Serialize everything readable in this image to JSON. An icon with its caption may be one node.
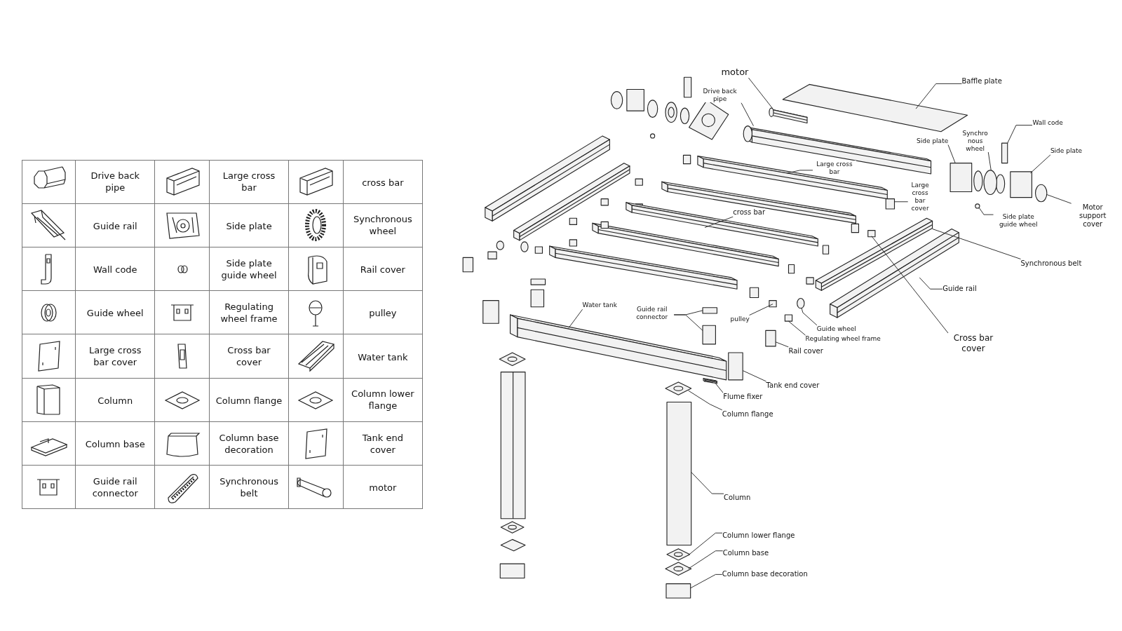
{
  "diagram": {
    "nodes": [
      {
        "text": [
          "motor"
        ]
      },
      {
        "text": [
          "Drive back pipe"
        ]
      },
      {
        "text": [
          "Baffle plate"
        ]
      },
      {
        "text": [
          "Wall code"
        ]
      },
      {
        "text": [
          "Side plate"
        ]
      },
      {
        "text": [
          "Synchro nous wheel"
        ]
      },
      {
        "text": [
          "Side plate"
        ]
      },
      {
        "text": [
          "Large cross bar"
        ]
      },
      {
        "text": [
          "Large cross bar cover"
        ]
      },
      {
        "text": [
          "Motor support cover"
        ]
      },
      {
        "text": [
          "cross bar"
        ]
      },
      {
        "text": [
          "Side plate guide wheel"
        ]
      },
      {
        "text": [
          "Synchronous belt"
        ]
      },
      {
        "text": [
          "Guide rail"
        ]
      },
      {
        "text": [
          "Water tank"
        ]
      },
      {
        "text": [
          "Guide rail connector"
        ]
      },
      {
        "text": [
          "pulley"
        ]
      },
      {
        "text": [
          "Guide wheel"
        ]
      },
      {
        "text": [
          "Cross bar cover"
        ]
      },
      {
        "text": [
          "Regulating wheel frame"
        ]
      },
      {
        "text": [
          "Rail cover"
        ]
      },
      {
        "text": [
          "Tank end cover"
        ]
      },
      {
        "text": [
          "Flume fixer"
        ]
      },
      {
        "text": [
          "Column flange"
        ]
      },
      {
        "text": [
          "Column"
        ]
      },
      {
        "text": [
          "Column lower flange"
        ]
      },
      {
        "text": [
          "Column base"
        ]
      },
      {
        "text": [
          "Column base decoration"
        ]
      },
      {
        "text": [],
        "shape": "cylinder"
      },
      {
        "text": [],
        "shape": "cylinder"
      },
      {
        "text": [],
        "shape": "box"
      },
      {
        "text": [],
        "shape": "box"
      },
      {
        "text": [],
        "shape": "box"
      },
      {
        "text": [],
        "shape": "circle"
      },
      {
        "text": [],
        "shape": "box"
      },
      {
        "text": [],
        "shape": "bar"
      },
      {
        "text": [],
        "shape": "box"
      },
      {
        "text": [],
        "shape": "circle"
      },
      {
        "text": [],
        "shape": "bar"
      },
      {
        "text": [],
        "shape": "circle"
      },
      {
        "text": [],
        "shape": "bar"
      },
      {
        "text": [],
        "shape": "bar"
      },
      {
        "text": [],
        "shape": "bar"
      },
      {
        "text": [],
        "shape": "box"
      },
      {
        "text": [],
        "shape": "box"
      },
      {
        "text": [],
        "shape": "box"
      },
      {
        "text": [],
        "shape": "circle"
      },
      {
        "text": [],
        "shape": "box"
      },
      {
        "text": [],
        "shape": "box"
      },
      {
        "text": [],
        "shape": "box"
      },
      {
        "text": [],
        "shape": "box"
      },
      {
        "text": [],
        "shape": "bar"
      },
      {
        "text": [],
        "shape": "diamond"
      },
      {
        "text": [],
        "shape": "box"
      },
      {
        "text": [],
        "shape": "diamond"
      },
      {
        "text": [],
        "shape": "diamond"
      },
      {
        "text": [],
        "shape": "box"
      }
    ],
    "edges": [
      {
        "from": 0,
        "to": 28,
        "arrow": "none"
      },
      {
        "from": 1,
        "to": 29,
        "arrow": "none"
      },
      {
        "from": 2,
        "to": 30,
        "arrow": "none"
      },
      {
        "from": 3,
        "to": 31,
        "arrow": "none"
      },
      {
        "from": 4,
        "to": 32,
        "arrow": "none"
      },
      {
        "from": 5,
        "to": 33,
        "arrow": "none"
      },
      {
        "from": 6,
        "to": 34,
        "arrow": "none"
      },
      {
        "from": 7,
        "to": 35,
        "arrow": "none"
      },
      {
        "from": 8,
        "to": 36,
        "arrow": "none"
      },
      {
        "from": 9,
        "to": 37,
        "arrow": "none"
      },
      {
        "from": 10,
        "to": 38,
        "arrow": "none"
      },
      {
        "from": 11,
        "to": 39,
        "arrow": "none"
      },
      {
        "from": 12,
        "to": 40,
        "arrow": "none"
      },
      {
        "from": 13,
        "to": 41,
        "arrow": "none"
      },
      {
        "from": 14,
        "to": 42,
        "arrow": "none"
      },
      {
        "from": 15,
        "to": 43,
        "arrow": "none"
      },
      {
        "from": 15,
        "to": 44,
        "arrow": "none"
      },
      {
        "from": 16,
        "to": 45,
        "arrow": "none"
      },
      {
        "from": 17,
        "to": 46,
        "arrow": "none"
      },
      {
        "from": 18,
        "to": 47,
        "arrow": "none"
      },
      {
        "from": 19,
        "to": 48,
        "arrow": "none"
      },
      {
        "from": 20,
        "to": 49,
        "arrow": "none"
      },
      {
        "from": 21,
        "to": 50,
        "arrow": "none"
      },
      {
        "from": 22,
        "to": 51,
        "arrow": "none"
      },
      {
        "from": 23,
        "to": 52,
        "arrow": "none"
      },
      {
        "from": 24,
        "to": 53,
        "arrow": "none"
      },
      {
        "from": 25,
        "to": 54,
        "arrow": "none"
      },
      {
        "from": 26,
        "to": 55,
        "arrow": "none"
      },
      {
        "from": 27,
        "to": 56,
        "arrow": "none"
      }
    ],
    "labels": [
      "Drive back pipe",
      "Large cross bar",
      "cross bar",
      "Guide rail",
      "Side plate",
      "Synchronous wheel",
      "Wall code",
      "Side plate guide wheel",
      "Rail cover",
      "Guide wheel",
      "Regulating wheel frame",
      "pulley",
      "Large cross bar cover",
      "Cross bar cover",
      "Water tank",
      "Column",
      "Column flange",
      "Column lower flange",
      "Column base",
      "Column base decoration",
      "Tank end cover",
      "Guide rail connector",
      "Synchronous belt",
      "motor"
    ]
  }
}
